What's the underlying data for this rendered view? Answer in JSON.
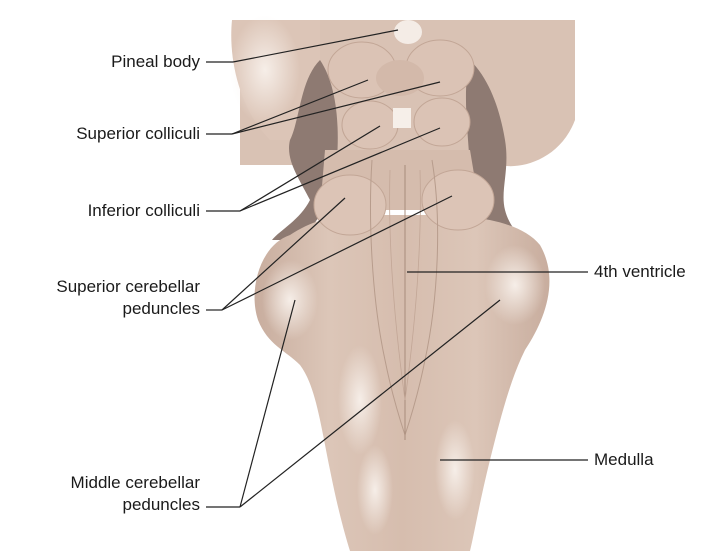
{
  "labels": {
    "pineal_body": "Pineal body",
    "superior_colliculi": "Superior colliculi",
    "inferior_colliculi": "Inferior colliculi",
    "superior_cerebellar_peduncles": [
      "Superior cerebellar",
      "peduncles"
    ],
    "middle_cerebellar_peduncles": [
      "Middle cerebellar",
      "peduncles"
    ],
    "fourth_ventricle": "4th ventricle",
    "medulla": "Medulla"
  },
  "colors": {
    "tissue": "#d9c2b4",
    "tissue_shadow": "#c4a898",
    "tissue_highlight": "#f2e8e1",
    "cavity": "#8e7a72",
    "leader_line": "#222222"
  }
}
